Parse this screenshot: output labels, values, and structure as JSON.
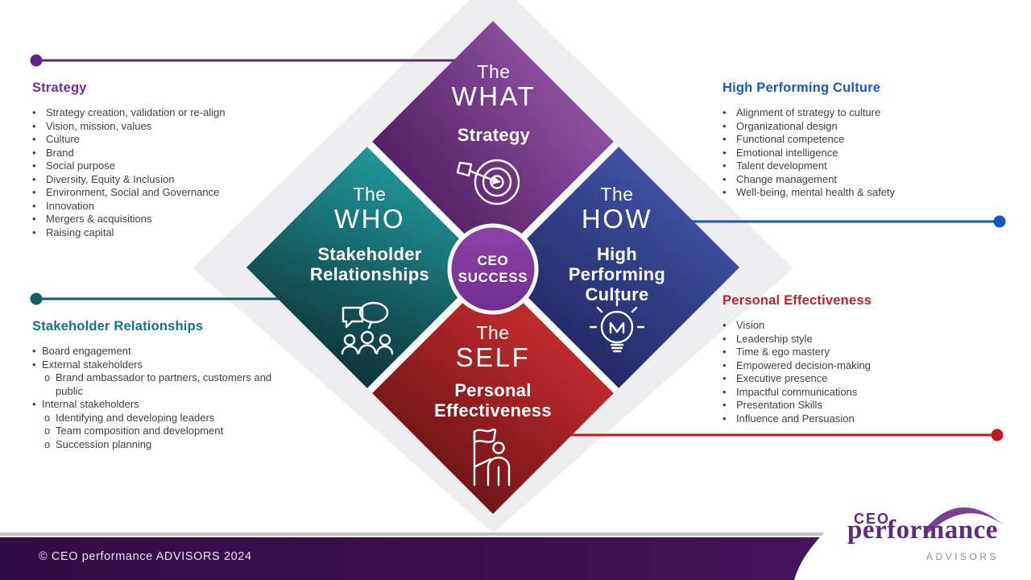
{
  "panels": {
    "strategy": {
      "heading": "Strategy",
      "items": [
        {
          "text": "Strategy creation, validation or re-align",
          "level": 1
        },
        {
          "text": "Vision, mission, values",
          "level": 1
        },
        {
          "text": "Culture",
          "level": 1
        },
        {
          "text": "Brand",
          "level": 1
        },
        {
          "text": "Social purpose",
          "level": 1
        },
        {
          "text": "Diversity, Equity & Inclusion",
          "level": 1
        },
        {
          "text": "Environment, Social and Governance",
          "level": 1
        },
        {
          "text": "Innovation",
          "level": 1
        },
        {
          "text": "Mergers & acquisitions",
          "level": 1
        },
        {
          "text": "Raising capital",
          "level": 1
        }
      ]
    },
    "high_performing_culture": {
      "heading": "High Performing Culture",
      "items": [
        {
          "text": "Alignment of strategy to culture",
          "level": 1
        },
        {
          "text": "Organizational design",
          "level": 1
        },
        {
          "text": "Functional competence",
          "level": 1
        },
        {
          "text": "Emotional intelligence",
          "level": 1
        },
        {
          "text": "Talent development",
          "level": 1
        },
        {
          "text": "Change management",
          "level": 1
        },
        {
          "text": "Well-being, mental health & safety",
          "level": 1
        }
      ]
    },
    "stakeholder_relationships": {
      "heading": "Stakeholder Relationships",
      "items": [
        {
          "text": "Board engagement",
          "level": 1
        },
        {
          "text": "External stakeholders",
          "level": 1
        },
        {
          "text": "Brand ambassador to partners, customers and public",
          "level": 2
        },
        {
          "text": "Internal stakeholders",
          "level": 1
        },
        {
          "text": "Identifying and developing leaders",
          "level": 2
        },
        {
          "text": "Team composition and development",
          "level": 2
        },
        {
          "text": "Succession planning",
          "level": 2
        }
      ]
    },
    "personal_effectiveness": {
      "heading": "Personal Effectiveness",
      "items": [
        {
          "text": "Vision",
          "level": 1
        },
        {
          "text": "Leadership style",
          "level": 1
        },
        {
          "text": "Time & ego mastery",
          "level": 1
        },
        {
          "text": "Empowered decision-making",
          "level": 1
        },
        {
          "text": "Executive presence",
          "level": 1
        },
        {
          "text": "Impactful communications",
          "level": 1
        },
        {
          "text": "Presentation Skills",
          "level": 1
        },
        {
          "text": "Influence and Persuasion",
          "level": 1
        }
      ]
    }
  },
  "diamonds": {
    "what": {
      "the": "The",
      "word": "WHAT",
      "label": "Strategy",
      "icon": "target-icon"
    },
    "who": {
      "the": "The",
      "word": "WHO",
      "label": "Stakeholder\nRelationships",
      "icon": "people-chat-icon"
    },
    "how": {
      "the": "The",
      "word": "HOW",
      "label": "High\nPerforming\nCulture",
      "icon": "lightbulb-icon"
    },
    "self": {
      "the": "The",
      "word": "SELF",
      "label": "Personal\nEffectiveness",
      "icon": "flag-person-icon"
    }
  },
  "center": {
    "label": "CEO\nSUCCESS"
  },
  "footer": {
    "copyright": "© CEO performance ADVISORS 2024"
  },
  "logo": {
    "top": "CEO",
    "main": "performance",
    "sub": "ADVISORS"
  },
  "colors": {
    "purple_accent": "#5e2487",
    "teal_accent": "#0f5f66",
    "blue_accent": "#1257c0",
    "red_accent": "#bf1722",
    "heading_purple": "#7d2b90",
    "heading_teal": "#15737e",
    "heading_blue": "#1659c4",
    "heading_red": "#c2202a",
    "footer_bar": "#3d1153",
    "logo_purple": "#5d2a7e",
    "background_diamond": "#eeeef0"
  }
}
